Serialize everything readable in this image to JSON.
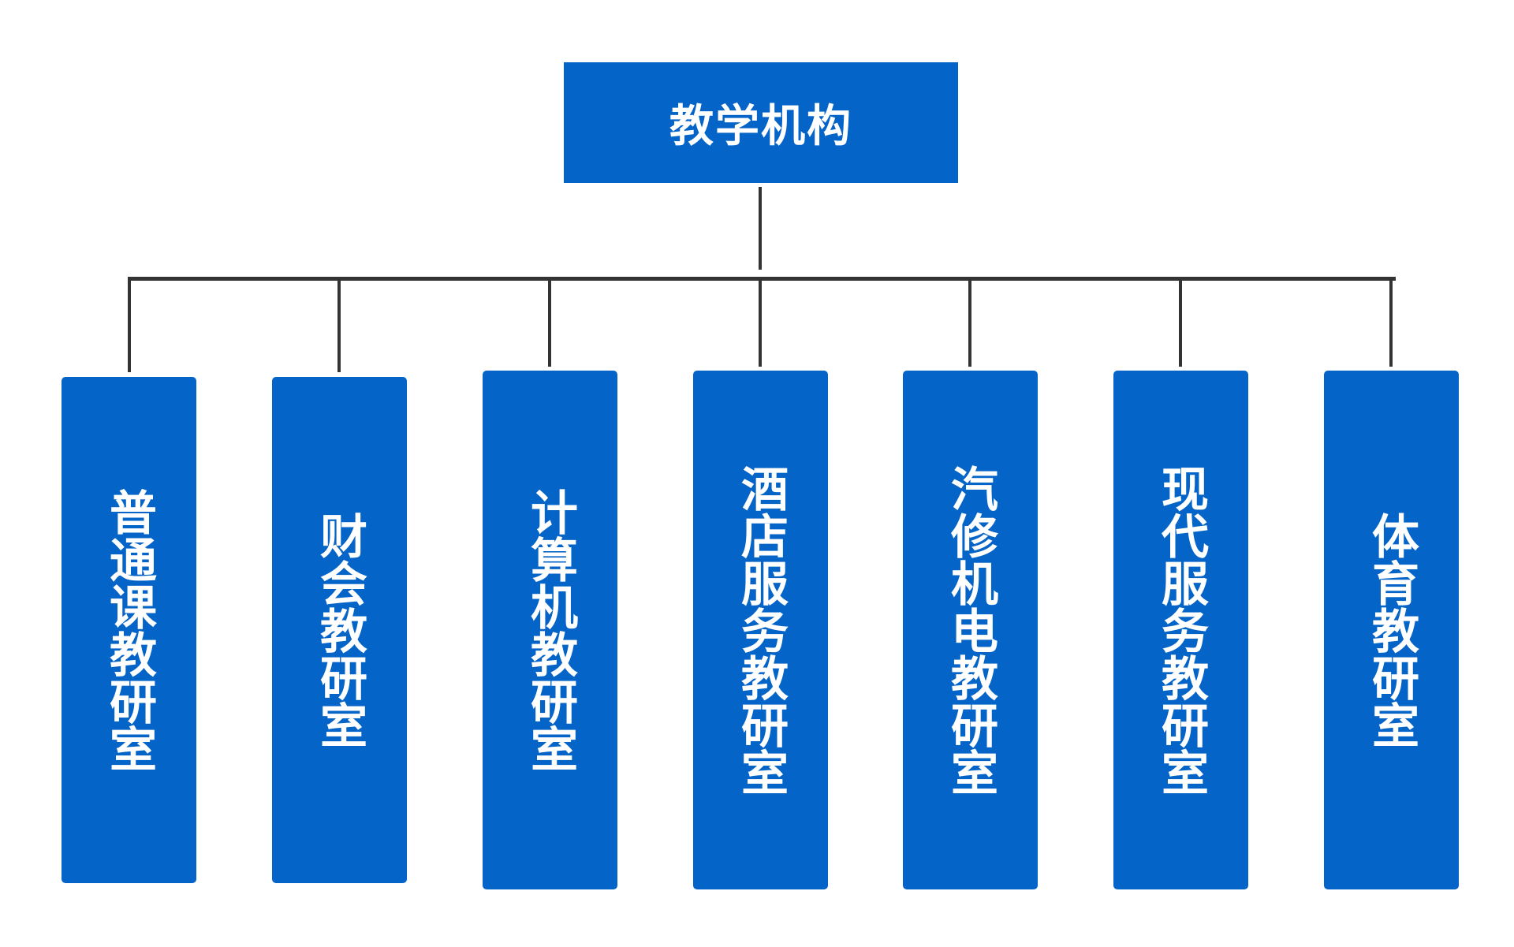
{
  "diagram": {
    "root": {
      "label": "教学机构"
    },
    "children": [
      {
        "label": "普通课教研室"
      },
      {
        "label": "财会教研室"
      },
      {
        "label": "计算机教研室"
      },
      {
        "label": "酒店服务教研室"
      },
      {
        "label": "汽修机电教研室"
      },
      {
        "label": "现代服务教研室"
      },
      {
        "label": "体育教研室"
      }
    ],
    "colors": {
      "box_fill": "#0464c8",
      "text": "#ffffff",
      "connector": "#333333"
    }
  }
}
